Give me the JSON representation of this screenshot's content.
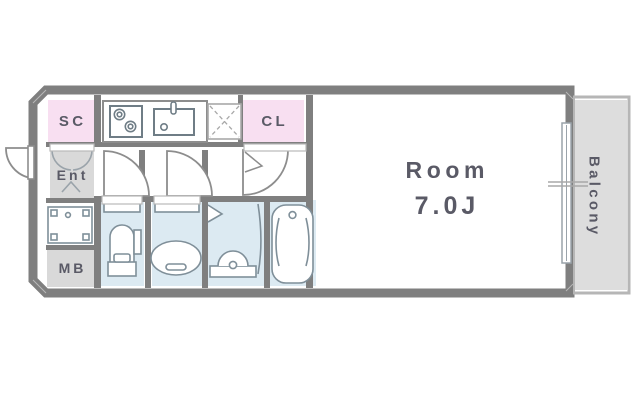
{
  "plan": {
    "title": "Apartment Floor Plan",
    "rooms": {
      "shoe_closet": "SC",
      "entrance": "Ent",
      "meter_box": "MB",
      "closet": "CL",
      "main_room_name": "Room",
      "main_room_size": "7.0J",
      "balcony": "Balcony"
    },
    "fixtures": {
      "stove": "stove-two-burner",
      "sink": "kitchen-sink",
      "washer_space": "washing-machine-space",
      "toilet": "toilet",
      "washbasin": "washbasin",
      "bathtub": "bathtub",
      "vanity": "bathroom-vanity",
      "entrance_door": "entrance-door",
      "interior_door_1": "interior-door",
      "interior_door_2": "interior-door",
      "closet_door": "closet-door",
      "balcony_sliding_door": "sliding-glass-door"
    },
    "colors": {
      "wall": "#7f7f7f",
      "closet_fill": "#f8dff1",
      "service_fill": "#d9d9d9",
      "water_fill": "#dceaf2",
      "balcony_fill": "#dddddd",
      "fixture_line": "#7f8f99",
      "text": "#5a5a66",
      "background": "#ffffff"
    }
  }
}
